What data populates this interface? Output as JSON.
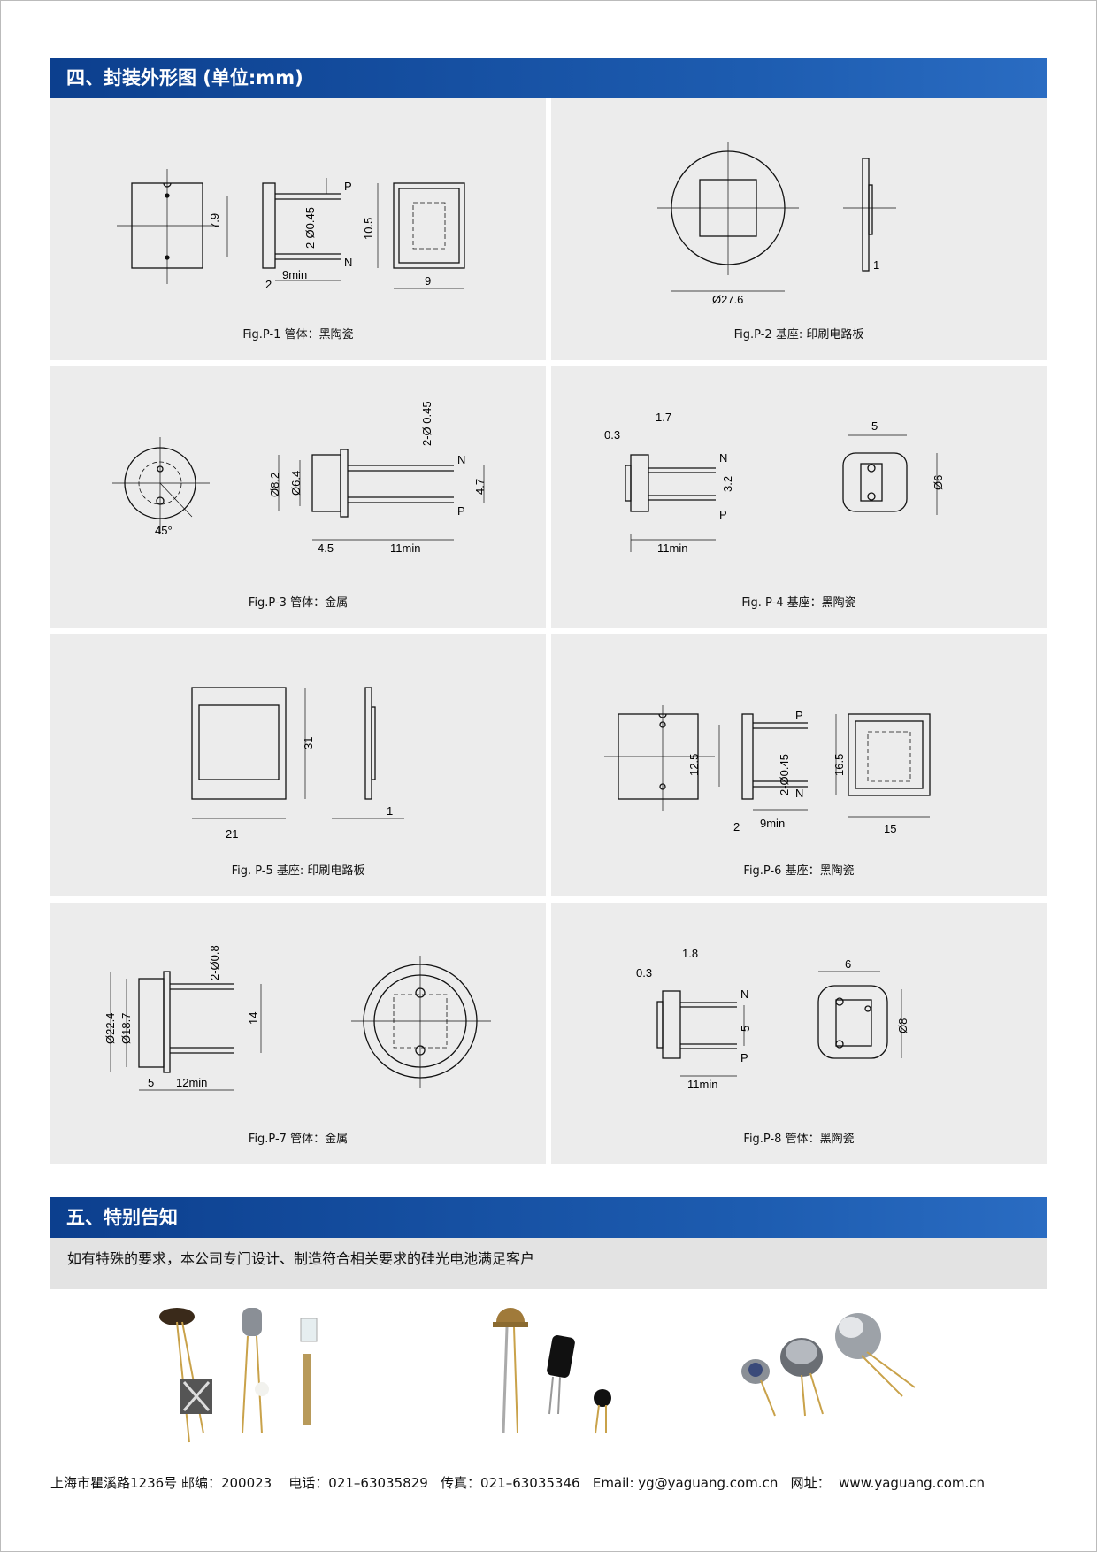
{
  "section4": {
    "title": "四、封装外形图 (单位:mm)"
  },
  "figures": [
    {
      "caption": "Fig.P-1   管体：黑陶瓷",
      "dims": {
        "height": "7.9",
        "pin_dia": "2-Ø0.45",
        "body_w": "10.5",
        "pin_len": "9min",
        "thick": "2",
        "width": "9",
        "p": "P",
        "n": "N"
      }
    },
    {
      "caption": "Fig.P-2   基座: 印刷电路板",
      "dims": {
        "dia": "Ø27.6",
        "thick": "1"
      }
    },
    {
      "caption": "Fig.P-3    管体：金属",
      "dims": {
        "angle": "45°",
        "d1": "Ø8.2",
        "d2": "Ø6.4",
        "pin_dia": "2-Ø 0.45",
        "pitch": "4.7",
        "h": "4.5",
        "pin_len": "11min",
        "n": "N",
        "p": "P"
      }
    },
    {
      "caption": "Fig. P-4    基座：黑陶瓷",
      "dims": {
        "a": "0.3",
        "b": "1.7",
        "pitch": "3.2",
        "pin_len": "11min",
        "w": "5",
        "d": "Ø6",
        "n": "N",
        "p": "P"
      }
    },
    {
      "caption": "Fig. P-5    基座: 印刷电路板",
      "dims": {
        "h": "31",
        "w": "21",
        "t": "1"
      }
    },
    {
      "caption": "Fig.P-6    基座：黑陶瓷",
      "dims": {
        "h": "12.5",
        "pin_dia": "2-Ø0.45",
        "body": "16.5",
        "t": "2",
        "pin_len": "9min",
        "w": "15",
        "p": "P",
        "n": "N"
      }
    },
    {
      "caption": "Fig.P-7    管体：金属",
      "dims": {
        "pin_dia": "2-Ø0.8",
        "d1": "Ø22.4",
        "d2": "Ø18.7",
        "pitch": "14",
        "h": "5",
        "pin_len": "12min"
      }
    },
    {
      "caption": "Fig.P-8    管体：黑陶瓷",
      "dims": {
        "a": "0.3",
        "b": "1.8",
        "pitch": "5",
        "pin_len": "11min",
        "w": "6",
        "d": "Ø8",
        "n": "N",
        "p": "P"
      }
    }
  ],
  "section5": {
    "title": "五、特别告知",
    "notice": "如有特殊的要求，本公司专门设计、制造符合相关要求的硅光电池满足客户"
  },
  "footer": {
    "text": "上海市瞿溪路1236号 邮编：200023    电话：021–63035829   传真：021–63035346   Email: yg@yaguang.com.cn   网址：  www.yaguang.com.cn"
  }
}
